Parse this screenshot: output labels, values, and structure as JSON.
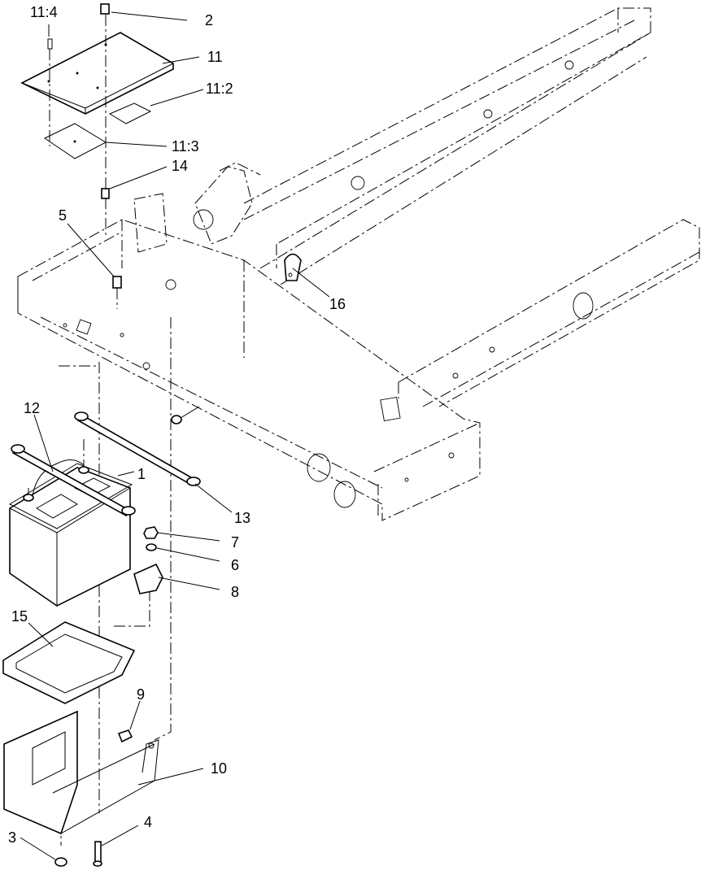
{
  "callouts": [
    {
      "id": "c-11-4",
      "label": "11:4"
    },
    {
      "id": "c-2",
      "label": "2"
    },
    {
      "id": "c-11",
      "label": "11"
    },
    {
      "id": "c-11-2",
      "label": "11:2"
    },
    {
      "id": "c-11-3",
      "label": "11:3"
    },
    {
      "id": "c-14",
      "label": "14"
    },
    {
      "id": "c-5",
      "label": "5"
    },
    {
      "id": "c-16",
      "label": "16"
    },
    {
      "id": "c-12",
      "label": "12"
    },
    {
      "id": "c-1",
      "label": "1"
    },
    {
      "id": "c-13",
      "label": "13"
    },
    {
      "id": "c-7",
      "label": "7"
    },
    {
      "id": "c-6",
      "label": "6"
    },
    {
      "id": "c-8",
      "label": "8"
    },
    {
      "id": "c-15",
      "label": "15"
    },
    {
      "id": "c-9",
      "label": "9"
    },
    {
      "id": "c-10",
      "label": "10"
    },
    {
      "id": "c-4",
      "label": "4"
    },
    {
      "id": "c-3",
      "label": "3"
    }
  ]
}
